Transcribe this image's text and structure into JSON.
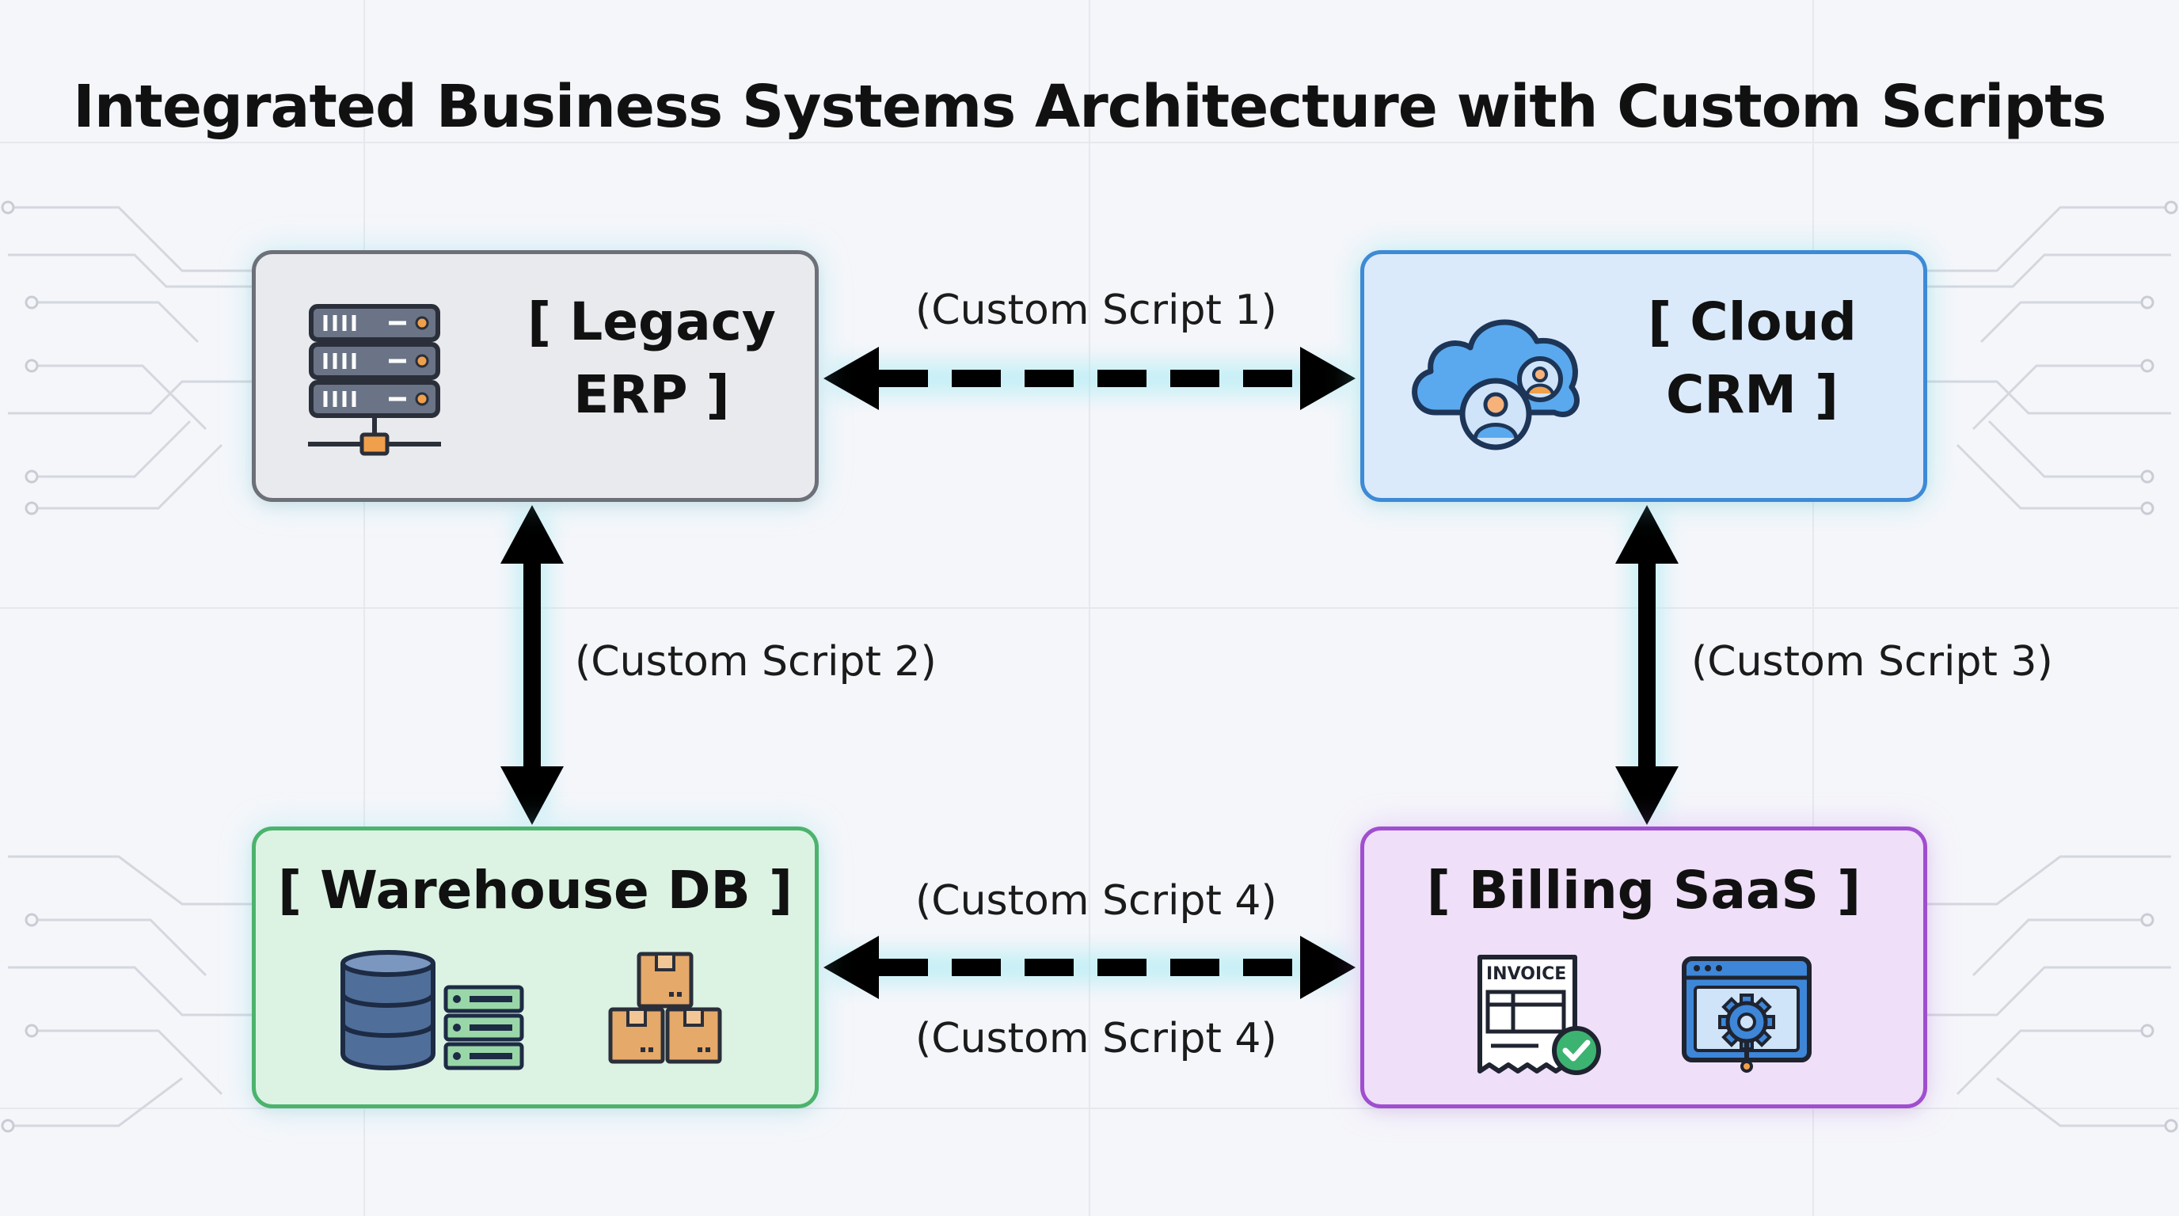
{
  "title": "Integrated Business Systems Architecture with Custom Scripts",
  "nodes": {
    "erp": {
      "label_line1": "[ Legacy",
      "label_line2": "ERP ]",
      "icon": "server-rack-icon"
    },
    "crm": {
      "label_line1": "[ Cloud",
      "label_line2": "CRM ]",
      "icon": "cloud-users-icon"
    },
    "warehouse": {
      "label": "[ Warehouse DB ]",
      "icons": [
        "database-icon",
        "boxes-icon"
      ]
    },
    "billing": {
      "label": "[ Billing SaaS ]",
      "icons": [
        "invoice-icon",
        "settings-window-icon"
      ],
      "invoice_text": "INVOICE"
    }
  },
  "connections": [
    {
      "id": "erp-crm",
      "label": "(Custom Script 1)",
      "style": "dashed"
    },
    {
      "id": "erp-warehouse",
      "label": "(Custom Script 2)",
      "style": "solid"
    },
    {
      "id": "crm-billing",
      "label": "(Custom Script 3)",
      "style": "solid"
    },
    {
      "id": "warehouse-billing",
      "label_top": "(Custom Script 4)",
      "label_bottom": "(Custom Script 4)",
      "style": "dashed"
    }
  ],
  "colors": {
    "erp_border": "#6d7078",
    "crm_border": "#3d8ad6",
    "warehouse_border": "#4cb36d",
    "billing_border": "#a04ed0",
    "arrow": "#000000",
    "glow": "#7fe3ef"
  }
}
